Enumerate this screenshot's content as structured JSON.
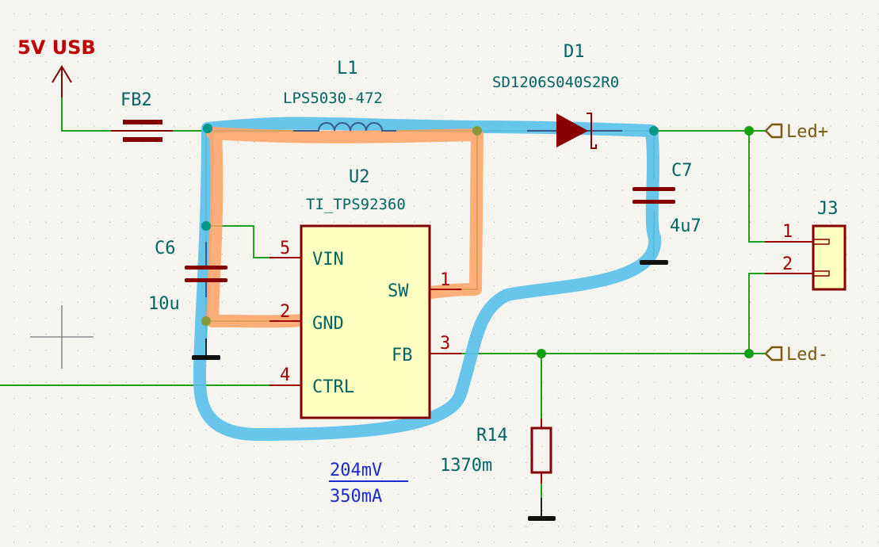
{
  "app": "KiCad Schematic Editor",
  "colors": {
    "background": "#f5f4ef",
    "wire": "#1ea01e",
    "component_body": "#840000",
    "component_fill": "#ffffc2",
    "reference_text": "#006464",
    "pin_number": "#a00000",
    "power_label": "#c00000",
    "hier_label": "#7a5a10",
    "note_text": "#1a2acc",
    "highlight_input_loop": "#5bc0eb",
    "highlight_switch_loop": "#ffa060"
  },
  "power": {
    "label": "5V USB",
    "icon": "arrow-up-icon"
  },
  "components": {
    "fb2": {
      "ref": "FB2",
      "value": ""
    },
    "l1": {
      "ref": "L1",
      "value": "LPS5030-472"
    },
    "d1": {
      "ref": "D1",
      "value": "SD1206S040S2R0"
    },
    "c6": {
      "ref": "C6",
      "value": "10u"
    },
    "c7": {
      "ref": "C7",
      "value": "4u7"
    },
    "u2": {
      "ref": "U2",
      "value": "TI_TPS92360",
      "pins": [
        {
          "num": "5",
          "name": "VIN"
        },
        {
          "num": "2",
          "name": "GND"
        },
        {
          "num": "4",
          "name": "CTRL"
        },
        {
          "num": "1",
          "name": "SW"
        },
        {
          "num": "3",
          "name": "FB"
        }
      ]
    },
    "r14": {
      "ref": "R14",
      "value": "1370m"
    },
    "j3": {
      "ref": "J3",
      "pins": [
        {
          "num": "1"
        },
        {
          "num": "2"
        }
      ]
    }
  },
  "labels": {
    "led_plus": "Led+",
    "led_minus": "Led-"
  },
  "note": {
    "numerator": "204mV",
    "denominator": "350mA"
  }
}
